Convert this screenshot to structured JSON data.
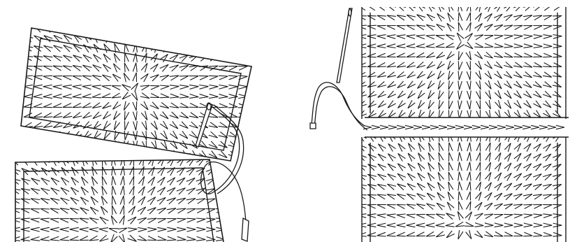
{
  "figure": {
    "kind": "line illustration",
    "ink_color": "#1a1a1a",
    "paper_color": "#ffffff"
  },
  "panels": [
    {
      "id": "left",
      "icon": "needle-icon"
    },
    {
      "id": "right",
      "icon": "needle-icon"
    }
  ]
}
